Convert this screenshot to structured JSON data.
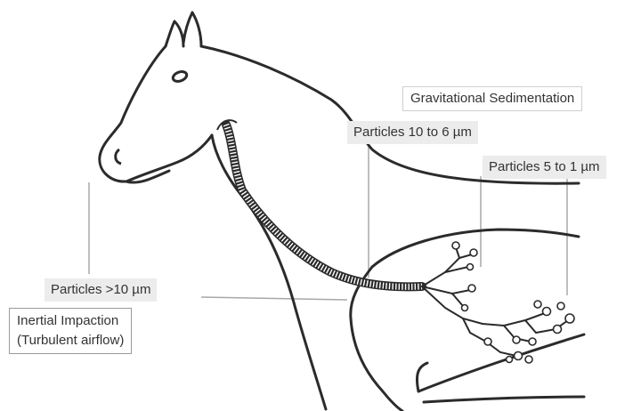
{
  "labels": {
    "gravitational": "Gravitational Sedimentation",
    "particles_10_to_6": "Particles 10 to 6 µm",
    "particles_5_to_1": "Particles  5 to 1 µm",
    "particles_gt_10": "Particles >10 µm",
    "inertial_line1": "Inertial Impaction",
    "inertial_line2": "(Turbulent airflow)"
  },
  "colors": {
    "outline": "#2b2b2b",
    "leader": "#a8a8a8",
    "box_fill": "#ececec",
    "box_border": "#9a9a9a"
  }
}
